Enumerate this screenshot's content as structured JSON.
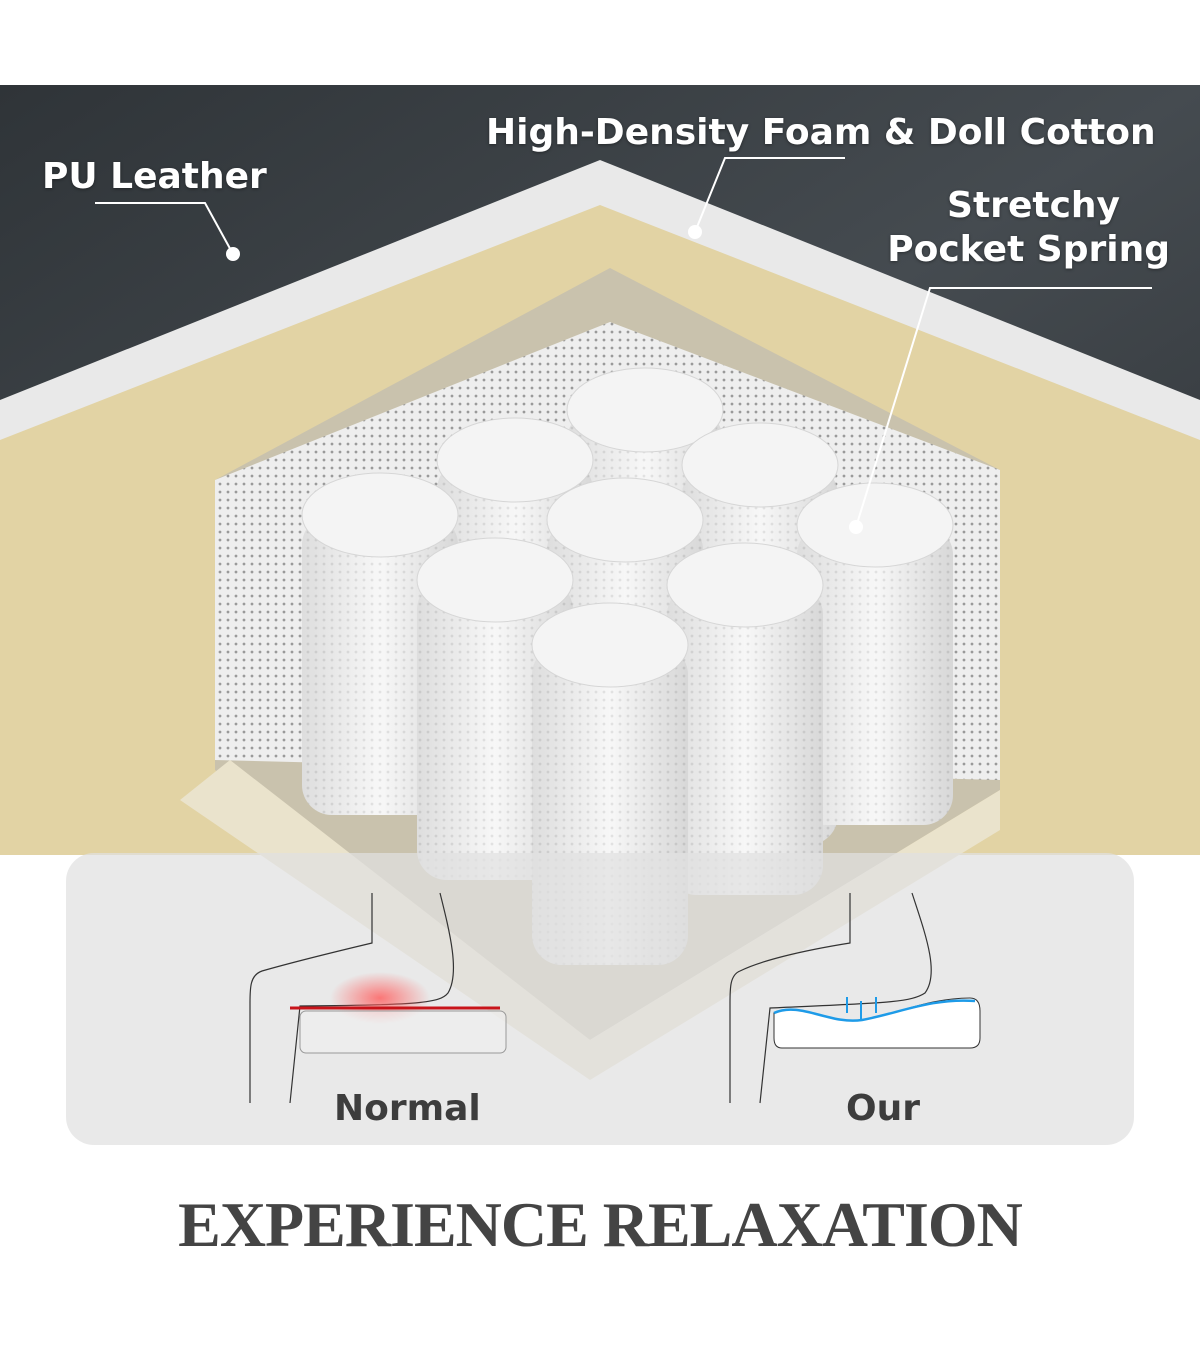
{
  "callouts": {
    "pu_leather": "PU Leather",
    "foam": "High-Density Foam & Doll Cotton",
    "spring_line1": "Stretchy",
    "spring_line2": "Pocket Spring"
  },
  "comparison": {
    "normal_label": "Normal",
    "our_label": "Our"
  },
  "headline": "EXPERIENCE RELAXATION",
  "colors": {
    "leather": "#3a3f44",
    "foam": "#e2d3a4",
    "pressure_red": "#c8141a",
    "support_blue": "#1e9be8",
    "headline": "#444444"
  }
}
